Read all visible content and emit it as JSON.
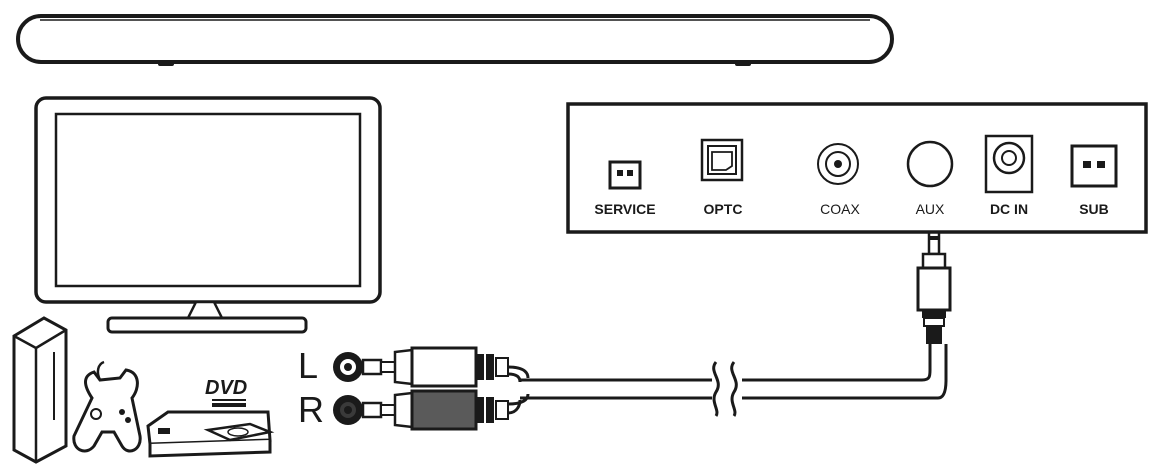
{
  "colors": {
    "line": "#1a1a1a",
    "fill": "#ffffff",
    "jack_dark": "#2b2b2b",
    "plug_red": "#5a5a5a"
  },
  "soundbar": {
    "icon": "soundbar-icon"
  },
  "tv": {
    "icon": "tv-icon"
  },
  "devices": {
    "game_console_icon": "game-console-icon",
    "controller_icon": "gamepad-icon",
    "dvd_player_icon": "dvd-player-icon",
    "dvd_logo": "DVD"
  },
  "rca": {
    "left_label": "L",
    "right_label": "R"
  },
  "back_panel": {
    "ports": [
      {
        "id": "service",
        "label": "SERVICE",
        "icon": "service-port-icon"
      },
      {
        "id": "optc",
        "label": "OPTC",
        "icon": "optical-port-icon"
      },
      {
        "id": "coax",
        "label": "COAX",
        "icon": "coax-port-icon"
      },
      {
        "id": "aux",
        "label": "AUX",
        "icon": "aux-port-icon"
      },
      {
        "id": "dcin",
        "label": "DC IN",
        "icon": "dc-in-port-icon"
      },
      {
        "id": "sub",
        "label": "SUB",
        "icon": "sub-port-icon"
      }
    ]
  },
  "cable": {
    "icon": "rca-to-aux-cable-icon"
  }
}
